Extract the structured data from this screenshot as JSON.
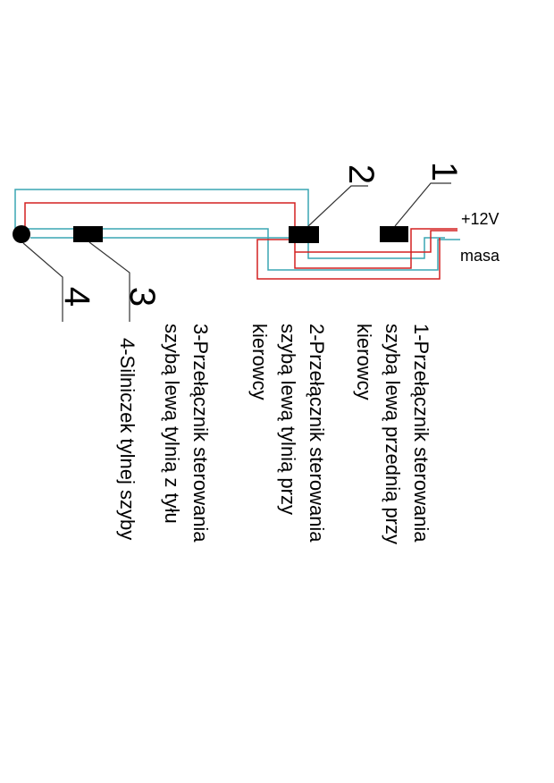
{
  "diagram": {
    "power_label": "+12V",
    "ground_label": "masa",
    "colors": {
      "red_wire": "#d42020",
      "cyan_wire": "#3aa6b4",
      "component": "#000000"
    },
    "callouts": [
      {
        "number": "1"
      },
      {
        "number": "2"
      },
      {
        "number": "3"
      },
      {
        "number": "4"
      }
    ],
    "legend": [
      {
        "id": 1,
        "lines": [
          "1-Przełącznik sterowania",
          "szybą lewą przednią przy",
          "kierowcy"
        ]
      },
      {
        "id": 2,
        "lines": [
          "2-Przełącznik sterowania",
          "szybą lewą tylnią przy",
          "kierowcy"
        ]
      },
      {
        "id": 3,
        "lines": [
          "3-Przełącznik sterowania",
          "szybą lewą tylnią z tyłu"
        ]
      },
      {
        "id": 4,
        "lines": [
          "4-Silniczek tylnej szyby"
        ]
      }
    ]
  }
}
